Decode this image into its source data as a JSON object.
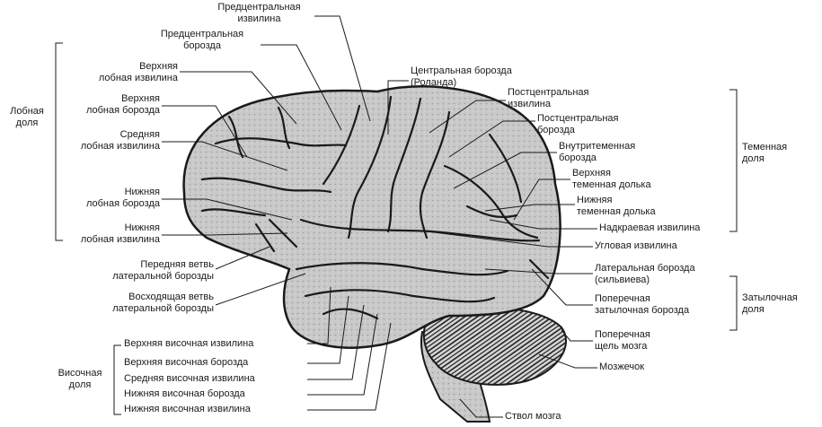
{
  "labels": {
    "precentral_gyrus": "Предцентральная\nизвилина",
    "precentral_sulcus": "Предцентральная\nборозда",
    "superior_frontal_gyrus": "Верхняя\nлобная извилина",
    "superior_frontal_sulcus": "Верхняя\nлобная борозда",
    "middle_frontal_gyrus": "Средняя\nлобная извилина",
    "inferior_frontal_sulcus": "Нижняя\nлобная борозда",
    "inferior_frontal_gyrus": "Нижняя\nлобная извилина",
    "anterior_ramus": "Передняя ветвь\nлатеральной борозды",
    "ascending_ramus": "Восходящая ветвь\nлатеральной борозды",
    "frontal_lobe": "Лобная\nдоля",
    "central_sulcus": "Центральная борозда\n(Роланда)",
    "postcentral_gyrus": "Постцентральная\nизвилина",
    "postcentral_sulcus": "Постцентральная\nборозда",
    "intraparietal_sulcus": "Внутритеменная\nборозда",
    "superior_parietal_lobule": "Верхняя\nтеменная долька",
    "inferior_parietal_lobule": "Нижняя\nтеменная долька",
    "supramarginal_gyrus": "Надкраевая извилина",
    "angular_gyrus": "Угловая извилина",
    "lateral_sulcus": "Латеральная борозда\n(сильвиева)",
    "transverse_occipital_sulcus": "Поперечная\nзатылочная борозда",
    "transverse_fissure": "Поперечная\nщель мозга",
    "cerebellum": "Мозжечок",
    "brainstem": "Ствол мозга",
    "parietal_lobe": "Теменная\nдоля",
    "occipital_lobe": "Затылочная\nдоля",
    "temporal_lobe": "Височная\nдоля",
    "superior_temporal_gyrus": "Верхняя височная извилина",
    "superior_temporal_sulcus": "Верхняя височная борозда",
    "middle_temporal_gyrus": "Средняя височная извилина",
    "inferior_temporal_sulcus": "Нижняя височная борозда",
    "inferior_temporal_gyrus": "Нижняя височная извилина"
  }
}
